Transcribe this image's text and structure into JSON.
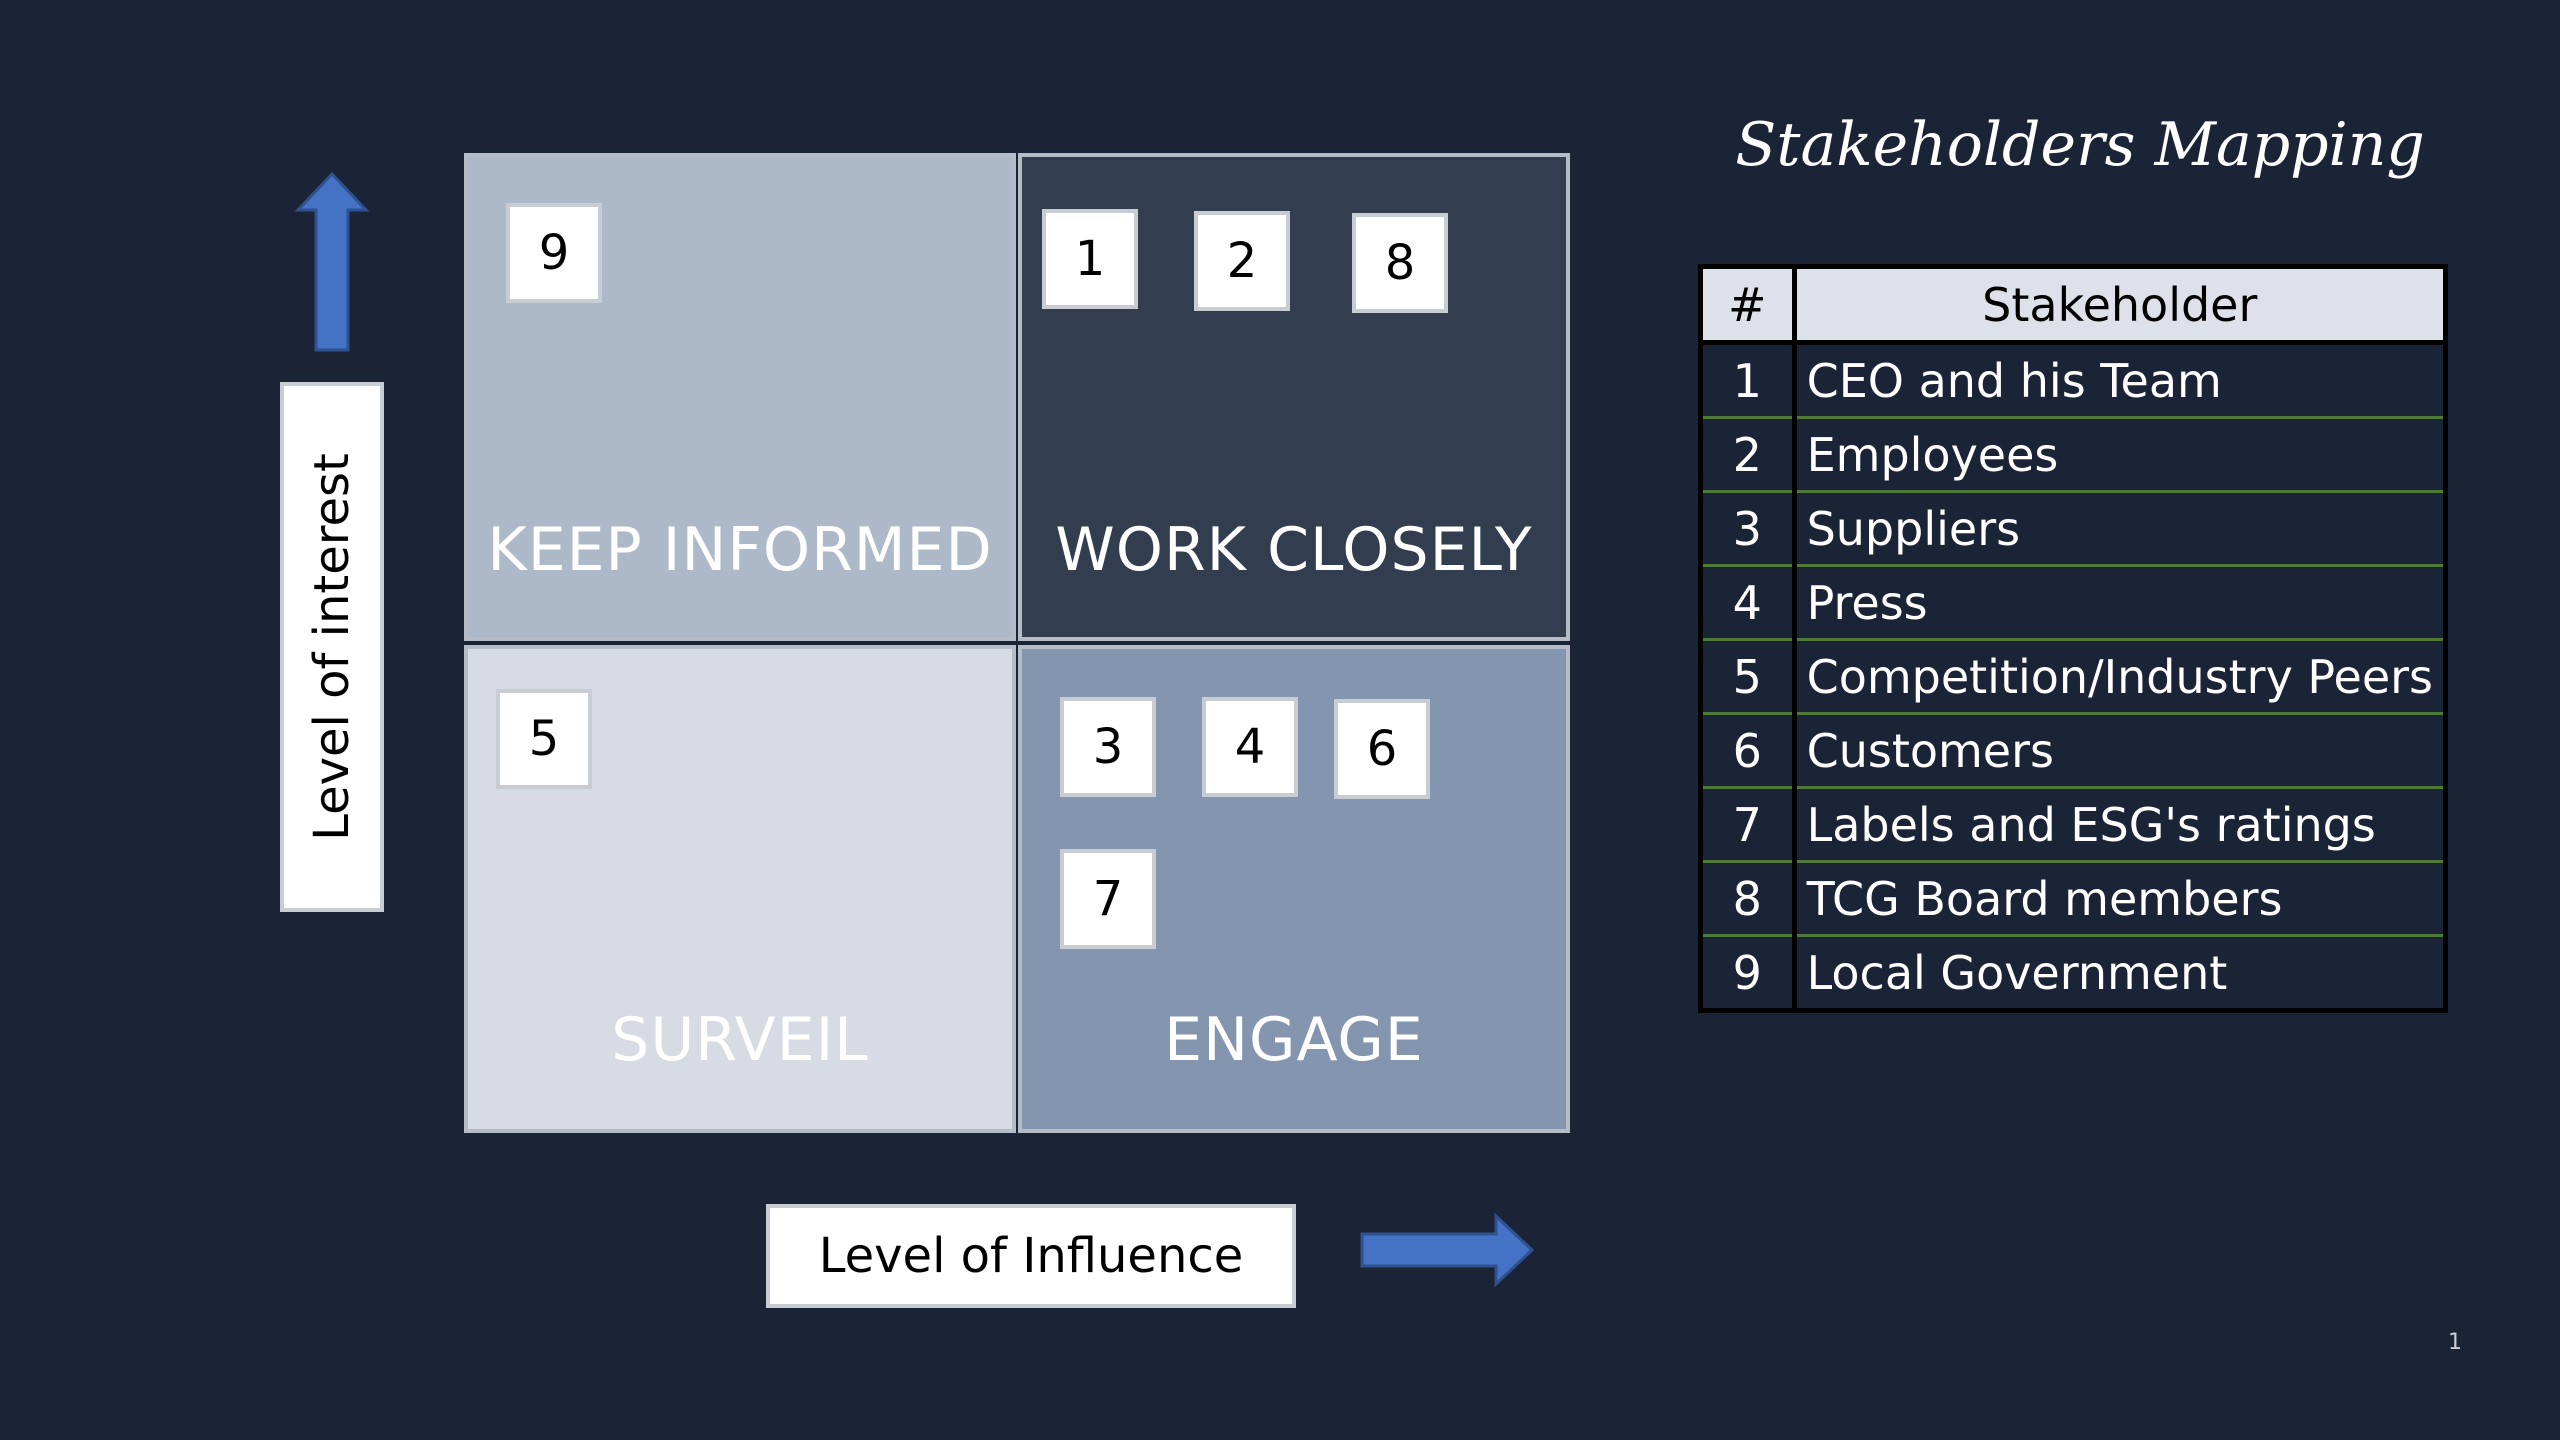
{
  "title": "Stakeholders Mapping",
  "page_number": "1",
  "axes": {
    "y_label": "Level of interest",
    "x_label": "Level of Influence"
  },
  "quadrants": {
    "keep_informed": {
      "label": "KEEP INFORMED",
      "items": [
        "9"
      ]
    },
    "work_closely": {
      "label": "WORK CLOSELY",
      "items": [
        "1",
        "2",
        "8"
      ]
    },
    "surveil": {
      "label": "SURVEIL",
      "items": [
        "5"
      ]
    },
    "engage": {
      "label": "ENGAGE",
      "items": [
        "3",
        "4",
        "6",
        "7"
      ]
    }
  },
  "table": {
    "headers": [
      "#",
      "Stakeholder"
    ],
    "rows": [
      [
        "1",
        "CEO and his Team"
      ],
      [
        "2",
        "Employees"
      ],
      [
        "3",
        "Suppliers"
      ],
      [
        "4",
        "Press"
      ],
      [
        "5",
        "Competition/Industry Peers"
      ],
      [
        "6",
        "Customers"
      ],
      [
        "7",
        "Labels and ESG's ratings"
      ],
      [
        "8",
        "TCG Board members"
      ],
      [
        "9",
        "Local Government"
      ]
    ]
  },
  "colors": {
    "background": "#1b2336",
    "keep_informed": "#adb9c9",
    "work_closely": "#323d4f",
    "surveil": "#d6dbe4",
    "engage": "#8495b0",
    "arrow": "#4472c4",
    "row_divider": "#4f7a3a"
  }
}
